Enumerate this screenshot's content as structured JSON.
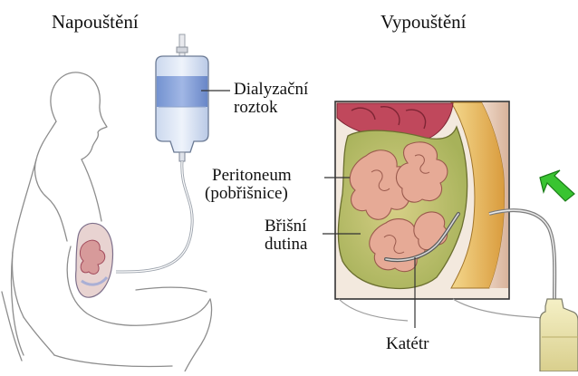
{
  "titles": {
    "filling": "Napouštění",
    "draining": "Vypouštění"
  },
  "labels": {
    "dialysate_line1": "Dialyzační",
    "dialysate_line2": "roztok",
    "peritoneum_line1": "Peritoneum",
    "peritoneum_line2": "(pobřišnice)",
    "cavity_line1": "Břišní",
    "cavity_line2": "dutina",
    "catheter": "Katétr"
  },
  "colors": {
    "outline": "#555555",
    "fluid_blue": "#7f9ed6",
    "bag_light": "#dde6f3",
    "peritoneum_fill": "#b9c06a",
    "intestine_pink": "#e3a89a",
    "intestine_dark": "#a9324a",
    "fat_yellow": "#e6b85c",
    "arrow_green": "#33c02e",
    "drain_fluid": "#e6dfa8"
  }
}
